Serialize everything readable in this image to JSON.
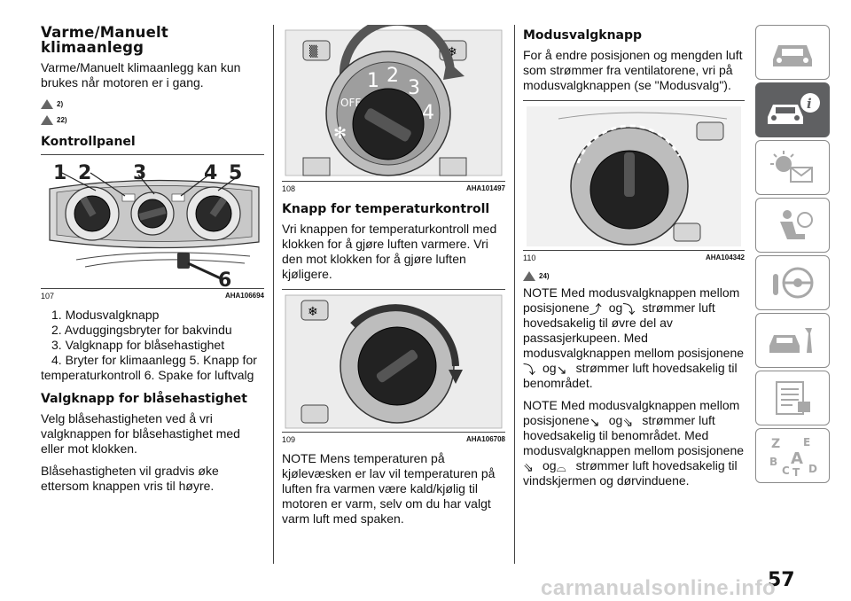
{
  "col1": {
    "title_line1": "Varme/Manuelt",
    "title_line2": "klimaanlegg",
    "intro": "Varme/Manuelt klimaanlegg kan kun brukes når motoren er i gang.",
    "warn1": "2)",
    "warn2": "22)",
    "panel_heading": "Kontrollpanel",
    "fig_num": "107",
    "fig_code": "AHA106694",
    "callouts": [
      "1",
      "2",
      "3",
      "4",
      "5",
      "6"
    ],
    "list": [
      "1. Modusvalgknapp",
      "2. Avduggingsbryter for bakvindu",
      "3. Valgknapp for blåsehastighet",
      "4. Bryter for klimaanlegg  5. Knapp for temperaturkontroll  6. Spake for luftvalg"
    ],
    "fan_heading": "Valgknapp for blåsehastighet",
    "fan_p1": "Velg blåsehastigheten ved å vri valgknappen for blåsehastighet med eller mot klokken.",
    "fan_p2": "Blåsehastigheten vil gradvis øke ettersom knappen vris til høyre."
  },
  "col2": {
    "fig108_num": "108",
    "fig108_code": "AHA101497",
    "dial_off": "OFF",
    "dial_1": "1",
    "dial_2": "2",
    "dial_3": "3",
    "dial_4": "4",
    "temp_heading": "Knapp for temperaturkontroll",
    "temp_p": "Vri knappen for temperaturkontroll med klokken for å gjøre luften varmere. Vri den mot klokken for å gjøre luften kjøligere.",
    "fig109_num": "109",
    "fig109_code": "AHA106708",
    "note": "NOTE  Mens temperaturen på kjølevæsken er lav vil temperaturen på luften fra varmen være kald/kjølig til motoren er varm, selv om du har valgt varm luft med spaken."
  },
  "col3": {
    "mode_heading": "Modusvalgknapp",
    "mode_p": "For å endre posisjonen og mengden luft som strømmer fra ventilatorene, vri på modusvalgknappen (se \"Modusvalg\").",
    "fig110_num": "110",
    "fig110_code": "AHA104342",
    "warn3": "24)",
    "note1_a": "NOTE  Med modusvalgknappen mellom posisjonene",
    "note1_og": "og",
    "note1_b": "strømmer luft hovedsakelig til øvre del av passasjerkupeen. Med modusvalgknappen mellom posisjonene",
    "note1_og2": "og",
    "note1_c": "strømmer luft hovedsakelig til benområdet.",
    "note2_a": "NOTE  Med modusvalgknappen mellom posisjonene",
    "note2_og": "og",
    "note2_b": "strømmer luft hovedsakelig til benområdet. Med modusvalgknappen mellom posisjonene",
    "note2_og2": "og",
    "note2_c": "strømmer luft hovedsakelig til vindskjermen og dørvinduene."
  },
  "sidebar": {
    "tabs": [
      "car-front-icon",
      "car-info-icon",
      "warning-lights-icon",
      "airbag-seat-icon",
      "steering-wheel-icon",
      "car-service-icon",
      "specifications-list-icon",
      "index-abc-icon"
    ],
    "active_index": 1,
    "index_letters": [
      "Z",
      "E",
      "B",
      "A",
      "C",
      "T",
      "D"
    ]
  },
  "page_number": "57",
  "watermark": "carmanualsonline.info",
  "colors": {
    "tab_active": "#5f6062",
    "tab_border": "#8a8a8a",
    "icon_gray": "#a8a8a8"
  }
}
